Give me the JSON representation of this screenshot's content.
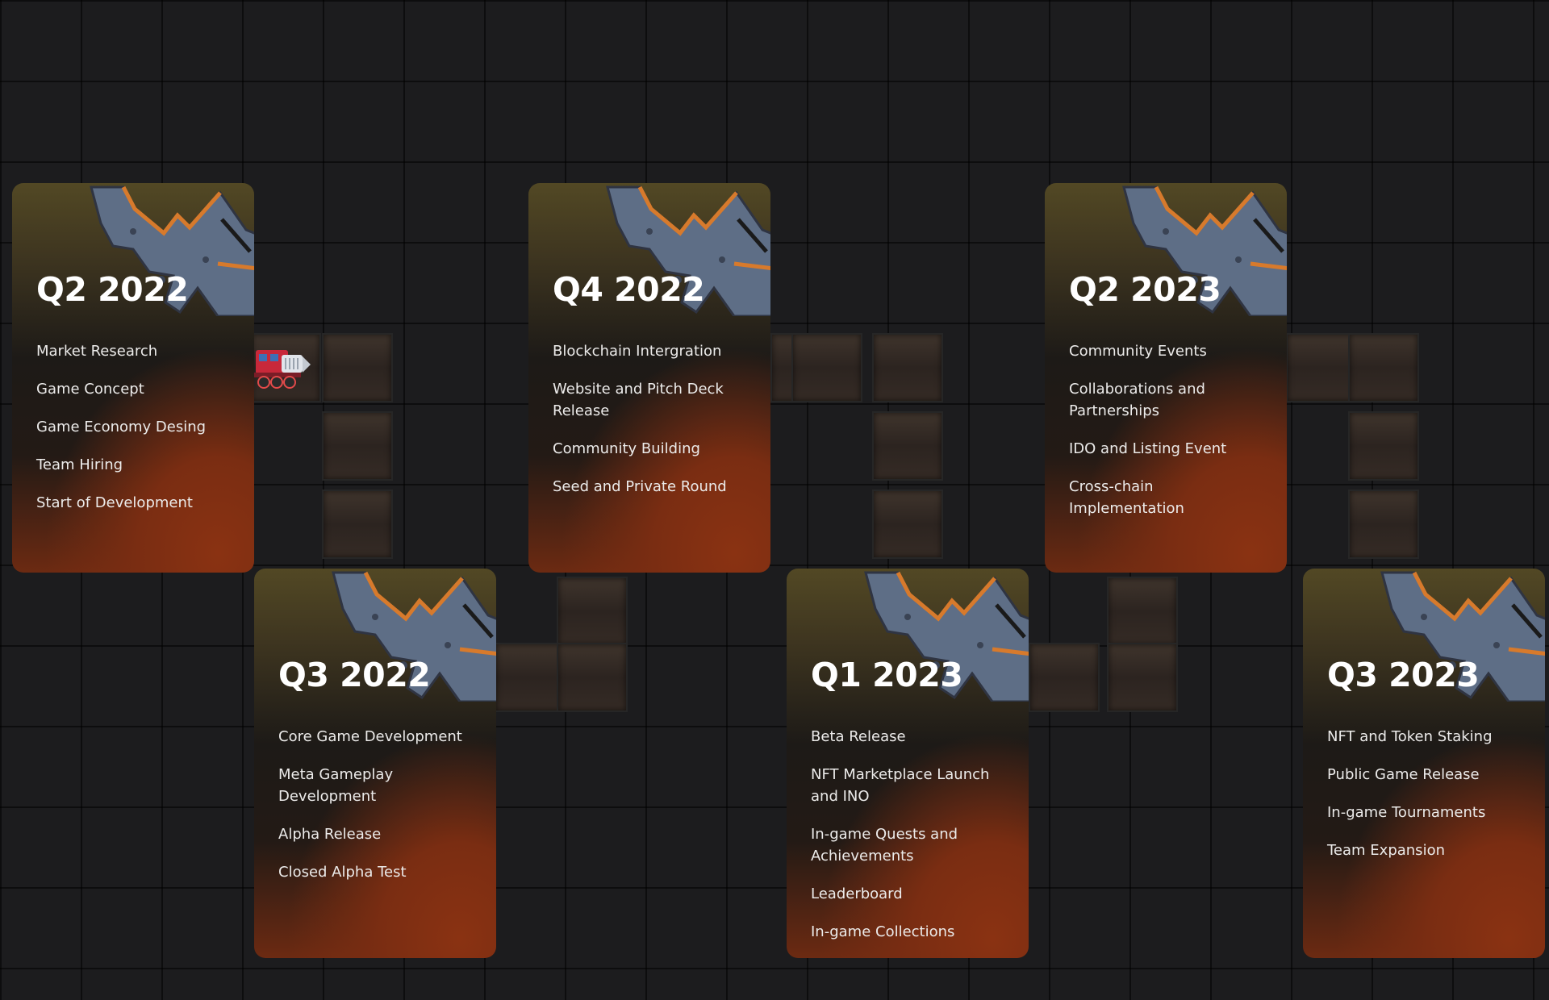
{
  "roadmap": {
    "cards": [
      {
        "title": "Q2 2022",
        "items": [
          "Market Research",
          "Game Concept",
          "Game Economy Desing",
          "Team Hiring",
          "Start of Development"
        ]
      },
      {
        "title": "Q3 2022",
        "items": [
          "Core Game Development",
          "Meta Gameplay Development",
          "Alpha Release",
          "Closed Alpha Test"
        ]
      },
      {
        "title": "Q4 2022",
        "items": [
          "Blockchain Intergration",
          "Website and Pitch Deck Release",
          "Community Building",
          "Seed and Private Round"
        ]
      },
      {
        "title": "Q1 2023",
        "items": [
          "Beta Release",
          "NFT Marketplace Launch and INO",
          "In-game Quests and Achievements",
          "Leaderboard",
          "In-game Collections"
        ]
      },
      {
        "title": "Q2 2023",
        "items": [
          "Community Events",
          "Collaborations and Partnerships",
          "IDO and Listing Event",
          "Cross-chain Implementation"
        ]
      },
      {
        "title": "Q3 2023",
        "items": [
          "NFT and Token Staking",
          "Public Game Release",
          "In-game Tournaments",
          "Team Expansion"
        ]
      }
    ]
  },
  "icons": {
    "gear": "gear-icon",
    "train": "train-icon"
  },
  "colors": {
    "background": "#1c1c1e",
    "card_top": "#524824",
    "card_bottom": "#7a2d12",
    "gear": "#5e6e86",
    "rust": "#d77a2c",
    "text": "#ffffff"
  }
}
